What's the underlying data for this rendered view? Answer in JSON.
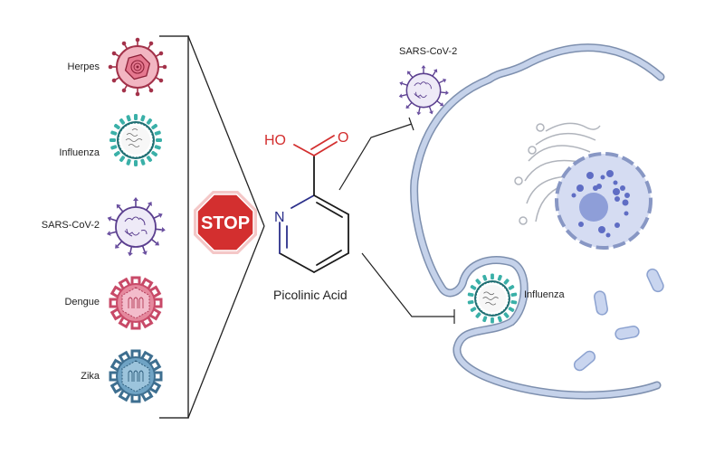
{
  "title": "Picolinic acid broad-spectrum antiviral mechanism",
  "virus_list": [
    {
      "label": "Herpes",
      "icon": "herpes-virus-icon",
      "color": "#c8364f"
    },
    {
      "label": "Influenza",
      "icon": "influenza-virus-icon",
      "color": "#2a9c9c"
    },
    {
      "label": "SARS-CoV-2",
      "icon": "sars-cov-2-virus-icon",
      "color": "#6a4fa0"
    },
    {
      "label": "Dengue",
      "icon": "dengue-virus-icon",
      "color": "#d2506e"
    },
    {
      "label": "Zika",
      "icon": "zika-virus-icon",
      "color": "#4a82a8"
    }
  ],
  "stop_sign": {
    "label": "STOP",
    "color": "#d32f2f"
  },
  "molecule": {
    "name": "Picolinic Acid",
    "atoms": {
      "hydroxyl": "HO",
      "oxygen": "O",
      "nitrogen": "N"
    },
    "colors": {
      "oxygen": "#d32f2f",
      "nitrogen": "#2b2f8a",
      "bond": "#1a1a1a"
    }
  },
  "cell": {
    "membrane_color": "#b8c7e0",
    "membrane_edge": "#7d8fae",
    "nucleus_color": "#d5dcf2",
    "organelles": [
      "nucleus",
      "golgi-apparatus",
      "mitochondria"
    ],
    "viruses": [
      {
        "label": "SARS-CoV-2",
        "state": "attaching-to-membrane"
      },
      {
        "label": "Influenza",
        "state": "endocytosis"
      }
    ]
  }
}
